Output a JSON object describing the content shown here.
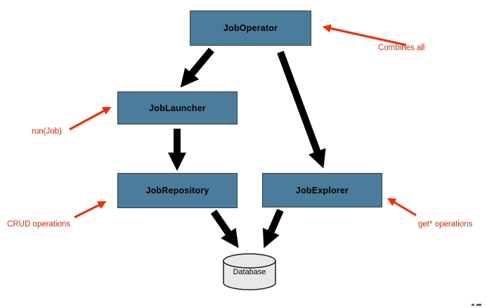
{
  "diagram": {
    "nodes": {
      "job_operator": {
        "label": "JobOperator"
      },
      "job_launcher": {
        "label": "JobLauncher"
      },
      "job_repository": {
        "label": "JobRepository"
      },
      "job_explorer": {
        "label": "JobExplorer"
      },
      "database": {
        "label": "Database"
      }
    },
    "annotations": {
      "combines_all": {
        "label": "Combines all",
        "target": "JobOperator"
      },
      "run_job": {
        "label": "run(Job)",
        "target": "JobLauncher"
      },
      "crud": {
        "label": "CRUD operations",
        "target": "JobRepository"
      },
      "get_star": {
        "label": "get* operations",
        "target": "JobExplorer"
      }
    },
    "edges": [
      {
        "from": "JobOperator",
        "to": "JobLauncher"
      },
      {
        "from": "JobOperator",
        "to": "JobExplorer"
      },
      {
        "from": "JobLauncher",
        "to": "JobRepository"
      },
      {
        "from": "JobRepository",
        "to": "Database"
      },
      {
        "from": "JobExplorer",
        "to": "Database"
      }
    ]
  },
  "colors": {
    "node_fill": "#4A7D9B",
    "node_border": "#333b40",
    "annotation_red": "#ff2600",
    "arrow_black": "#000000",
    "db_fill": "#e8e8e8",
    "db_border": "#1a1a1a",
    "bg": "#ffffff"
  }
}
